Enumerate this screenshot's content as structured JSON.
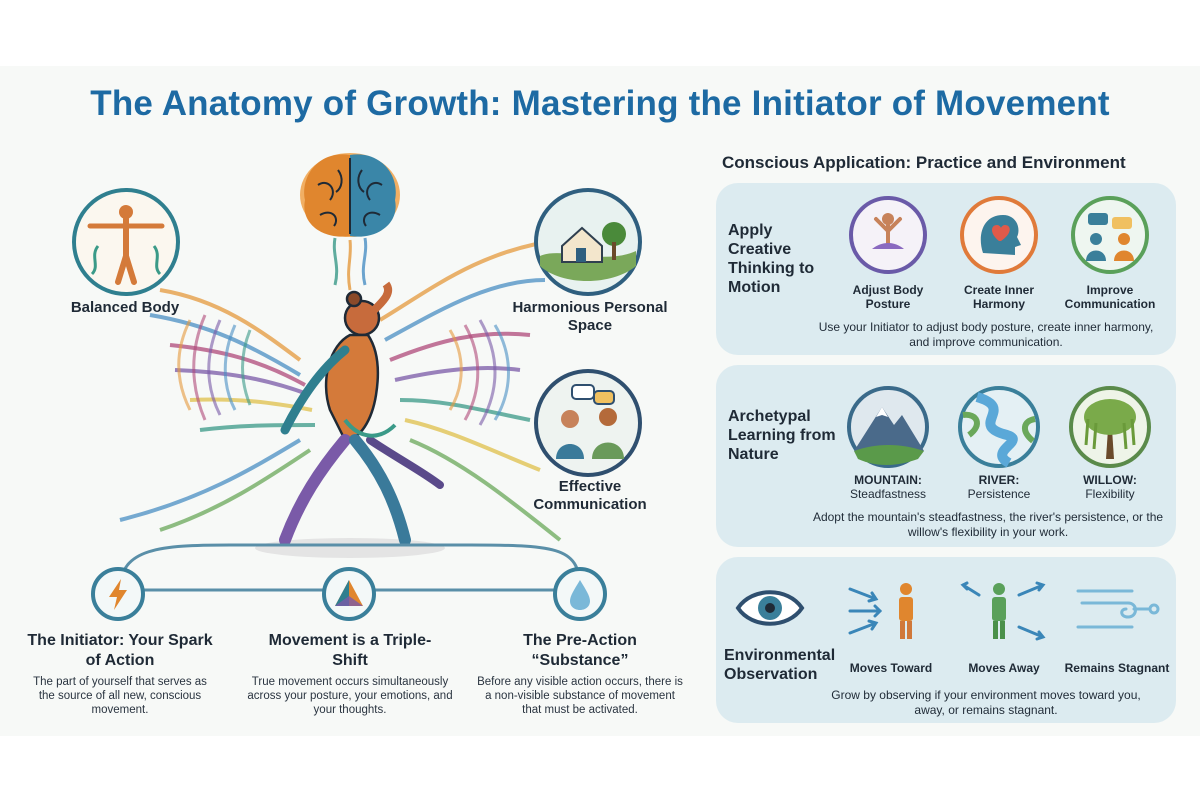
{
  "title": "The Anatomy of Growth: Mastering the Initiator of Movement",
  "features": {
    "balanced_body": "Balanced Body",
    "personal_space": "Harmonious Personal Space",
    "communication": "Effective Communication"
  },
  "steps": [
    {
      "title": "The Initiator: Your Spark of Action",
      "desc": "The part of yourself that serves as the source of all new, conscious movement.",
      "icon": "lightning-icon"
    },
    {
      "title": "Movement is a Triple-Shift",
      "desc": "True movement occurs simultaneously across your posture, your emotions, and your thoughts.",
      "icon": "triangle-icon"
    },
    {
      "title": "The Pre-Action “Substance”",
      "desc": "Before any visible action occurs, there is a non-visible substance of movement that must be activated.",
      "icon": "droplet-icon"
    }
  ],
  "right": {
    "heading": "Conscious Application: Practice and Environment",
    "panels": [
      {
        "title": "Apply Creative Thinking to Motion",
        "items": [
          {
            "label": "Adjust Body Posture",
            "sub": "",
            "icon": "meditation-icon"
          },
          {
            "label": "Create Inner Harmony",
            "sub": "",
            "icon": "heart-head-icon"
          },
          {
            "label": "Improve Communication",
            "sub": "",
            "icon": "conversation-icon"
          }
        ],
        "caption": "Use your Initiator to adjust body posture, create inner harmony, and improve communication."
      },
      {
        "title": "Archetypal Learning from Nature",
        "items": [
          {
            "label": "MOUNTAIN:",
            "sub": "Steadfastness",
            "icon": "mountain-icon"
          },
          {
            "label": "RIVER:",
            "sub": "Persistence",
            "icon": "river-icon"
          },
          {
            "label": "WILLOW:",
            "sub": "Flexibility",
            "icon": "willow-icon"
          }
        ],
        "caption": "Adopt the mountain's steadfastness, the river's persistence, or the willow's flexibility in your work."
      },
      {
        "title": "Environmental Observation",
        "items": [
          {
            "label": "Moves Toward",
            "sub": "",
            "icon": "moves-toward-icon"
          },
          {
            "label": "Moves Away",
            "sub": "",
            "icon": "moves-away-icon"
          },
          {
            "label": "Remains Stagnant",
            "sub": "",
            "icon": "stagnant-icon"
          }
        ],
        "caption": "Grow by observing if your environment moves toward you, away, or remains stagnant."
      }
    ]
  },
  "colors": {
    "title_blue": "#1d6aa3",
    "panel_bg": "#dcebf0",
    "teal": "#2f7f8f",
    "orange": "#e08a3c",
    "purple": "#7a5aa8"
  }
}
